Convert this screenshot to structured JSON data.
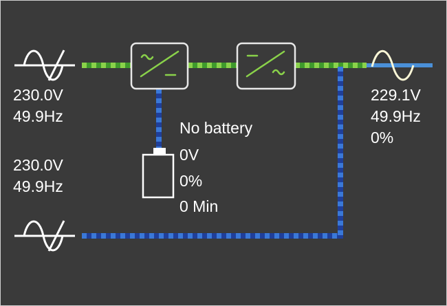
{
  "colors": {
    "background": "#3a3a3a",
    "primary_line": "#8ad24a",
    "primary_line_dark": "#3f9a2c",
    "bypass_line": "#3a78d8",
    "bypass_line_dark": "#1f3f9a",
    "output_line": "#4a90d8",
    "module_border": "#e8e8e8",
    "module_symbol": "#8ad24a",
    "sine_icon": "#ffffff",
    "output_sine_icon": "#fbf7d6",
    "text": "#ffffff"
  },
  "icons": {
    "input_main": "ac-sine-icon",
    "input_bypass": "ac-sine-icon",
    "output": "ac-sine-icon",
    "rectifier": "ac-dc-rectifier-icon",
    "inverter": "dc-ac-inverter-icon",
    "battery": "battery-icon"
  },
  "input_main": {
    "voltage": "230.0V",
    "frequency": "49.9Hz"
  },
  "input_bypass": {
    "voltage": "230.0V",
    "frequency": "49.9Hz"
  },
  "output": {
    "voltage": "229.1V",
    "frequency": "49.9Hz",
    "load": "0%"
  },
  "battery": {
    "status": "No battery",
    "voltage": "0V",
    "capacity": "0%",
    "runtime": "0 Min",
    "charge_level": 0
  }
}
